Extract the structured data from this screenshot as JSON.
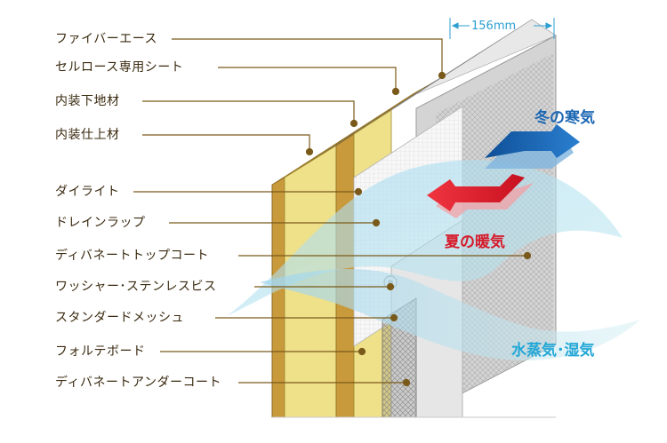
{
  "dimension": "156mm",
  "labels": [
    "ファイバーエース",
    "セルロース専用シート",
    "内装下地材",
    "内装仕上材",
    "ダイライト",
    "ドレインラップ",
    "ディバネートトップコート",
    "ワッシャー･ステンレスビス",
    "スタンダードメッシュ",
    "フォルテボード",
    "ディバネートアンダーコート"
  ],
  "flows": {
    "winter": "冬の寒気",
    "summer": "夏の暖気",
    "vapor": "水蒸気･湿気"
  },
  "colors": {
    "label_text": "#3a2a10",
    "leader_line": "#7a5a1a",
    "dimension": "#2c9fd0",
    "winter": "#1c67b3",
    "summer": "#d61a2a",
    "vapor": "#23a7d6",
    "insulation_board": "#efe08a",
    "wood_edge": "#c99a3c"
  }
}
